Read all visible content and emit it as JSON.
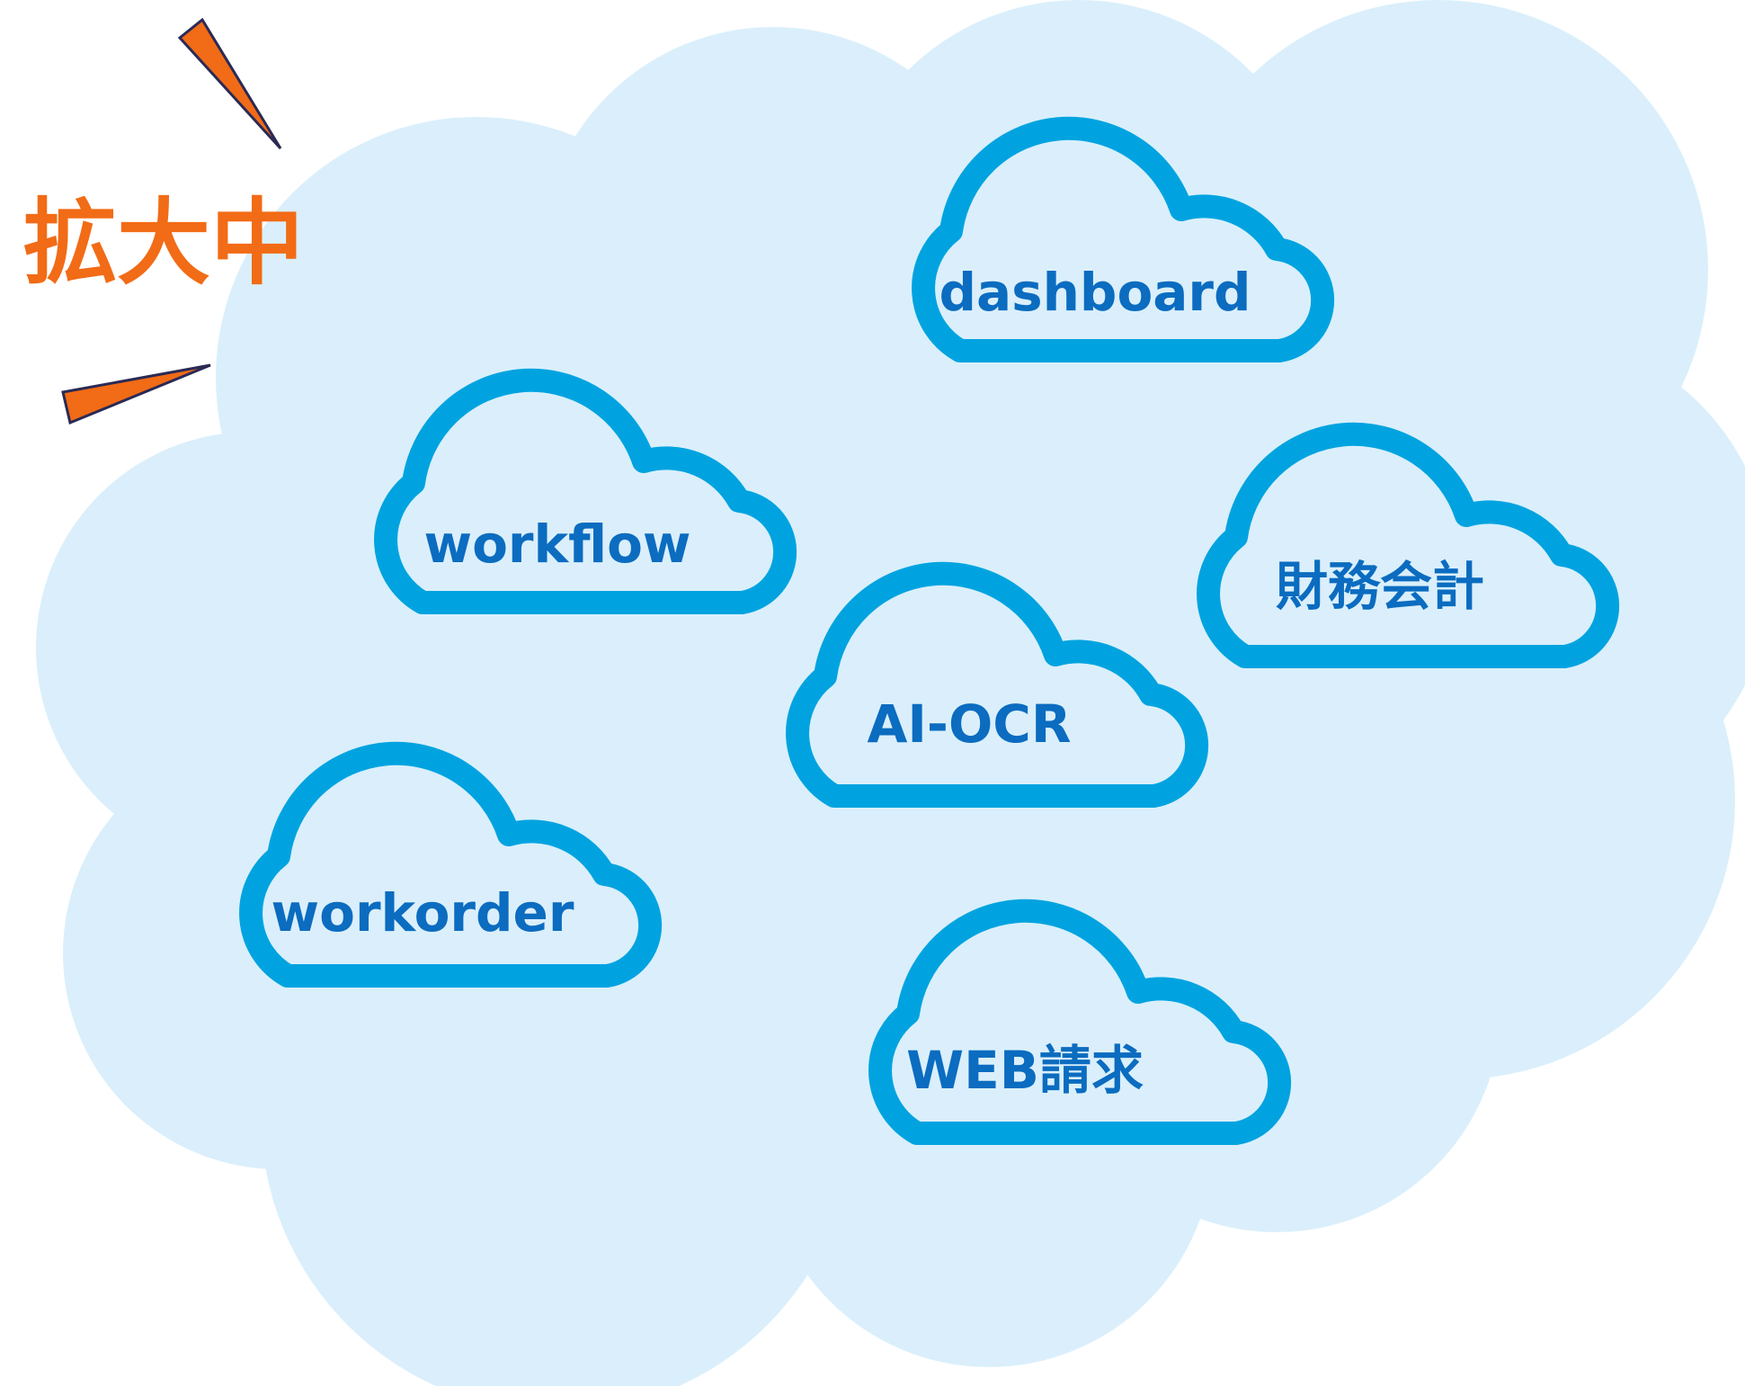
{
  "badge": {
    "label": "拡大中",
    "color": "#f26b16"
  },
  "colors": {
    "background_cloud": "#daeffb",
    "cloud_outline": "#00a3e0",
    "cloud_text": "#0b6cc0"
  },
  "services": [
    {
      "key": "dashboard",
      "label": "dashboard"
    },
    {
      "key": "workflow",
      "label": "workflow"
    },
    {
      "key": "financial-accounting",
      "label": "財務会計"
    },
    {
      "key": "ai-ocr",
      "label": "AI-OCR"
    },
    {
      "key": "workorder",
      "label": "workorder"
    },
    {
      "key": "web-billing",
      "label": "WEB請求"
    }
  ]
}
